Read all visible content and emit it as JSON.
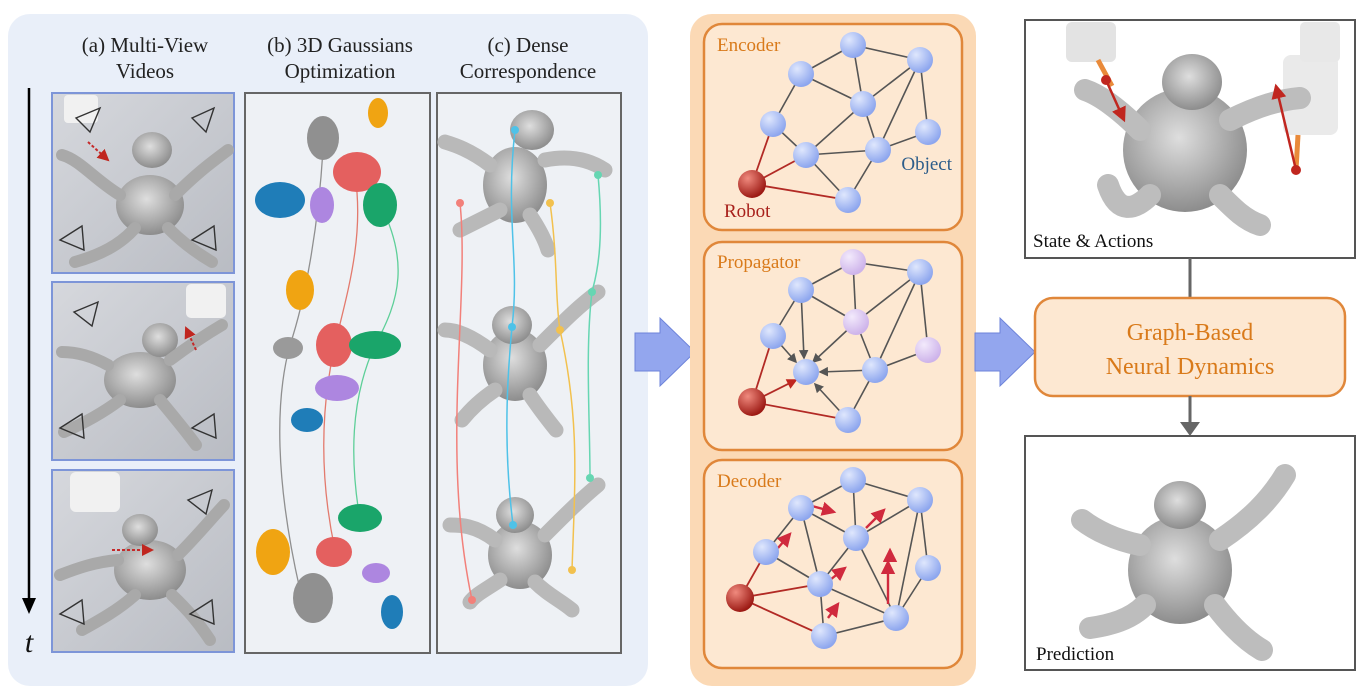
{
  "left_panel": {
    "col_a_title_1": "(a) Multi-View",
    "col_a_title_2": "Videos",
    "col_b_title_1": "(b) 3D Gaussians",
    "col_b_title_2": "Optimization",
    "col_c_title_1": "(c) Dense",
    "col_c_title_2": "Correspondence",
    "time_label": "t"
  },
  "graph_panel": {
    "encoder_label": "Encoder",
    "object_label": "Object",
    "robot_label": "Robot",
    "propagator_label": "Propagator",
    "decoder_label": "Decoder"
  },
  "right_panel": {
    "state_caption": "State & Actions",
    "dynamics_line1": "Graph-Based",
    "dynamics_line2": "Neural Dynamics",
    "prediction_caption": "Prediction"
  },
  "colors": {
    "left_bg": "#e9eff9",
    "graph_bg": "#fbd9b5",
    "orange_border": "#e0873a",
    "node_blue": "#a9bff3",
    "node_purple": "#dcc6f0",
    "robot_red": "#c0261f",
    "arrow_blue": "#93a6ee"
  }
}
